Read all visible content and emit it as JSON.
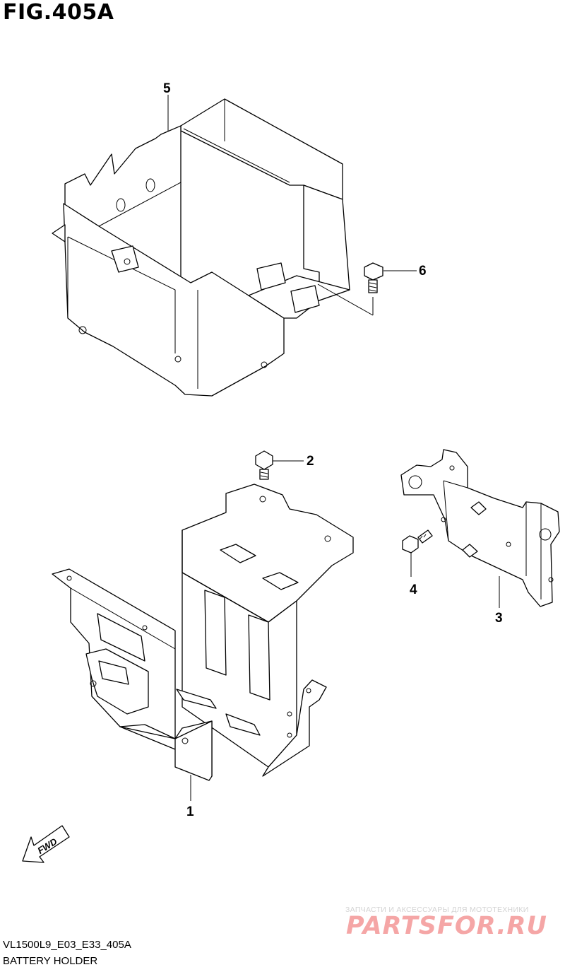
{
  "figure": {
    "title": "FIG.405A"
  },
  "callouts": [
    {
      "id": "5",
      "label": "5"
    },
    {
      "id": "6",
      "label": "6"
    },
    {
      "id": "2",
      "label": "2"
    },
    {
      "id": "1",
      "label": "1"
    },
    {
      "id": "4",
      "label": "4"
    },
    {
      "id": "3",
      "label": "3"
    }
  ],
  "fwd_arrow": {
    "label": "FWD"
  },
  "footer": {
    "model_code": "VL1500L9_E03_E33_405A",
    "caption": "BATTERY HOLDER"
  },
  "watermark": {
    "tagline": "ЗАПЧАСТИ И АКСЕССУАРЫ ДЛЯ МОТОТЕХНИКИ",
    "logo": "PARTSFOR.RU"
  }
}
